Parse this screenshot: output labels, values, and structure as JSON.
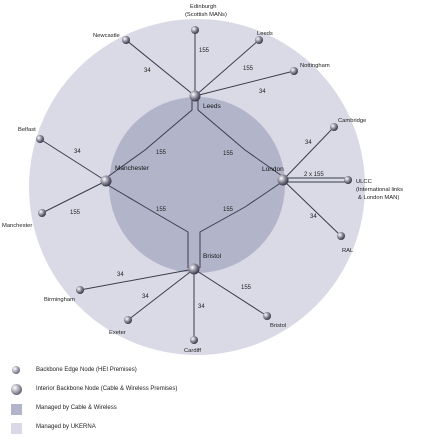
{
  "nodes": {
    "leeds_core": "Leeds",
    "manchester_core": "Manchester",
    "london_core": "London",
    "bristol_core": "Bristol"
  },
  "edge_nodes": {
    "edinburgh_line1": "Edinburgh",
    "edinburgh_line2": "(Scottish MANs)",
    "newcastle": "Newcastle",
    "leeds": "Leeds",
    "nottingham": "Nottingham",
    "cambridge": "Cambridge",
    "ulcc_line1": "ULCC",
    "ulcc_line2": "(International links",
    "ulcc_line3": "& London MAN)",
    "ral": "RAL",
    "bristol": "Bristol",
    "cardiff": "Cardiff",
    "exeter": "Exeter",
    "birmingham": "Birmingham",
    "manchester": "Manchester",
    "belfast": "Belfast"
  },
  "link_labels": {
    "edinburgh": "155",
    "newcastle": "34",
    "leeds": "155",
    "nottingham": "34",
    "cambridge": "34",
    "ulcc": "2 x 155",
    "ral": "34",
    "bristol": "155",
    "cardiff": "34",
    "exeter": "34",
    "birmingham": "34",
    "manchester": "155",
    "belfast": "34",
    "core_leeds_manchester": "155",
    "core_leeds_london": "155",
    "core_manchester_bristol": "155",
    "core_london_bristol": "155"
  },
  "legend": {
    "edge_node": "Backbone Edge Node (HEI Premises)",
    "interior_node": "Interior Backbone Node (Cable & Wireless Premises)",
    "cable_wireless": "Managed by Cable & Wireless",
    "ukerna": "Managed by UKERNA"
  },
  "colors": {
    "outer_circle": "#d9dae6",
    "inner_circle": "#b2b5c9",
    "link": "#3c3c4c"
  }
}
